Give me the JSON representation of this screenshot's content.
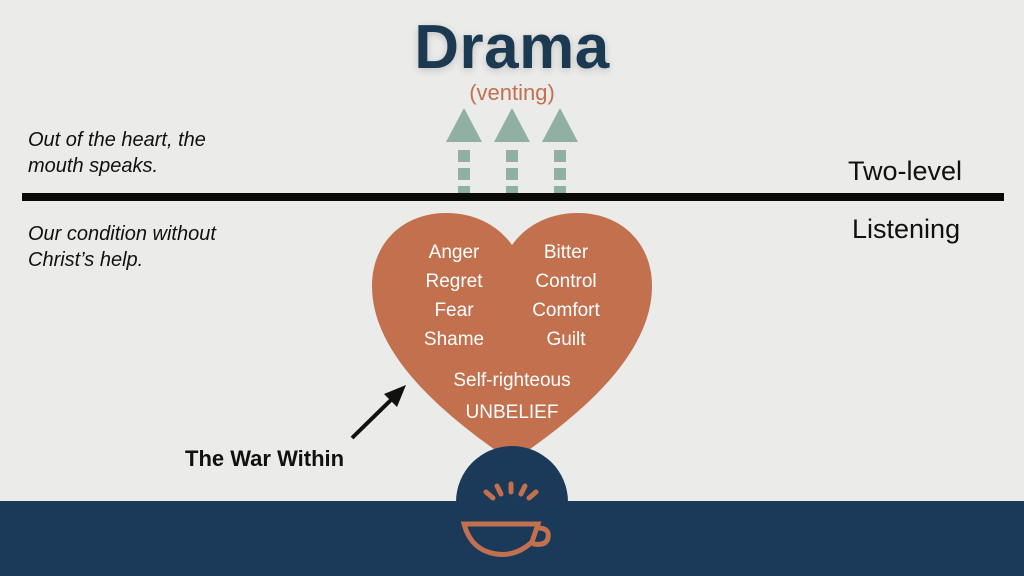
{
  "title": "Drama",
  "subtitle": "(venting)",
  "quotes": {
    "top": [
      "Out of the heart, the",
      "mouth speaks."
    ],
    "bottom": [
      "Our condition without",
      "Christ’s help."
    ]
  },
  "labels": {
    "upper": "Two-level",
    "lower": "Listening"
  },
  "heart": {
    "left_words": [
      "Anger",
      "Regret",
      "Fear",
      "Shame"
    ],
    "right_words": [
      "Bitter",
      "Control",
      "Comfort",
      "Guilt"
    ],
    "center_words": [
      "Self-righteous",
      "UNBELIEF"
    ]
  },
  "callout": "The War Within",
  "colors": {
    "navy": "#1b3a52",
    "terracotta": "#c2704e",
    "arrow_green": "#8fb0a2",
    "background": "#ebebea",
    "footer": "#1b3a5a"
  },
  "icons": [
    "up-arrow-icon",
    "coffee-cup-icon"
  ]
}
